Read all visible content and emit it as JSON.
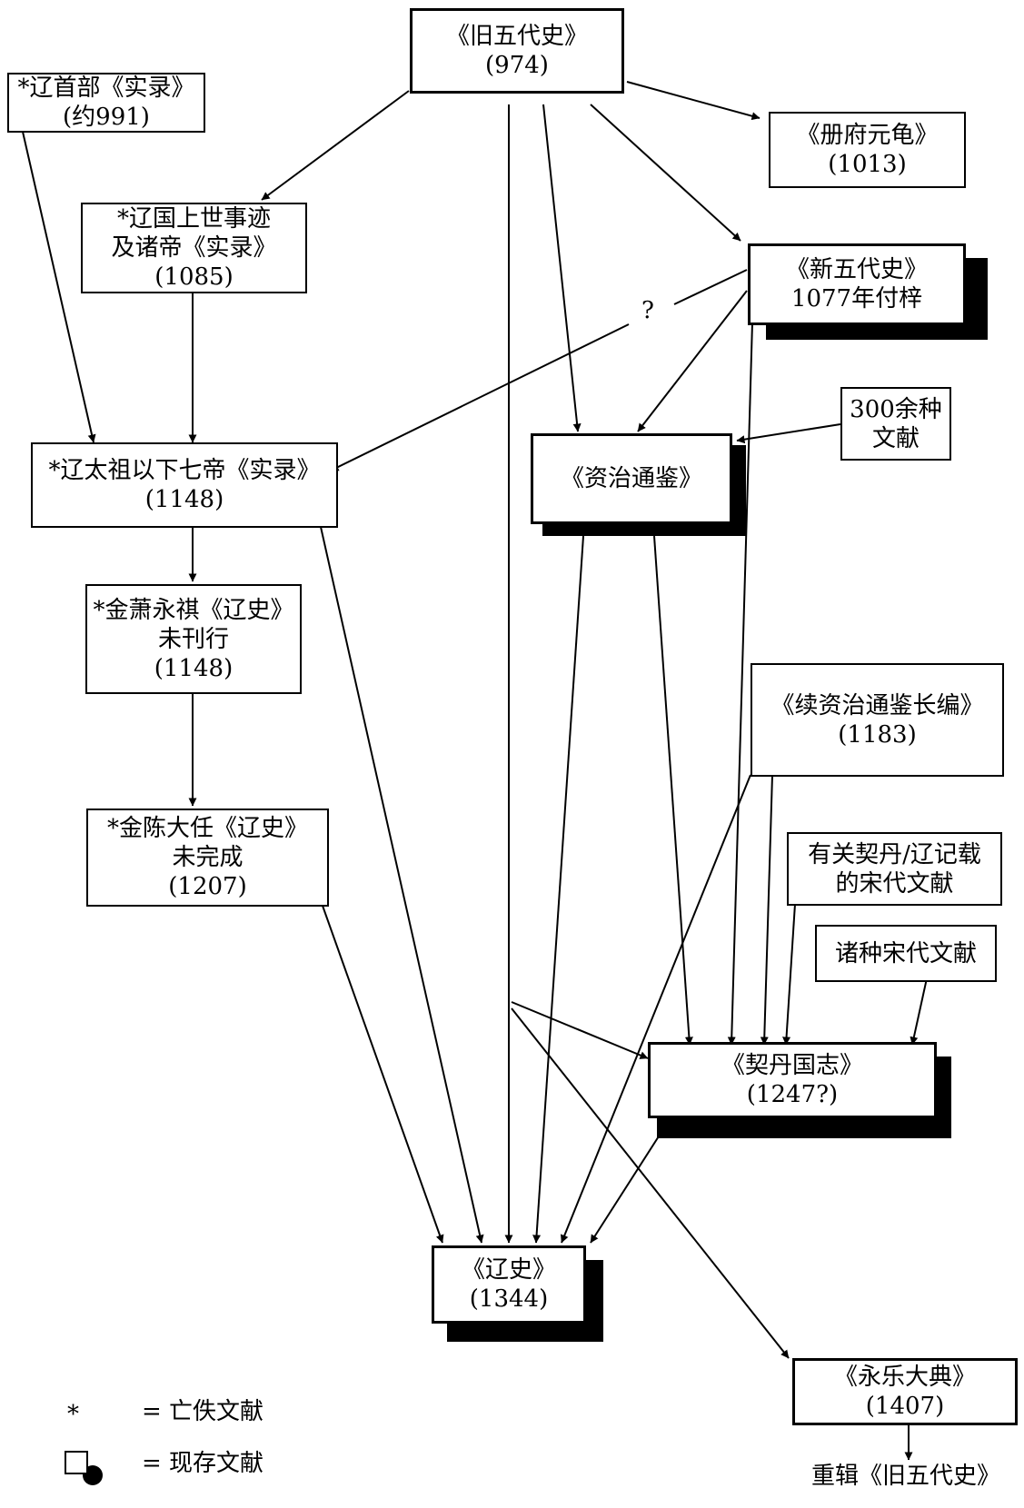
{
  "nodes": {
    "jiu_wudai": {
      "title": "《旧五代史》",
      "year": "(974)"
    },
    "liao_shoubu": {
      "title": "*辽首部《实录》",
      "year": "(约991)"
    },
    "cefu": {
      "title": "《册府元龟》",
      "year": "(1013)"
    },
    "liaoguo_shangshi": {
      "line1": "*辽国上世事迹",
      "line2": "及诸帝《实录》",
      "year": "(1085)"
    },
    "xin_wudai": {
      "title": "《新五代史》",
      "note": "1077年付梓"
    },
    "question_mark": "?",
    "sources_300": {
      "line1": "300余种",
      "line2": "文献"
    },
    "liao_taizu": {
      "title": "*辽太祖以下七帝《实录》",
      "year": "(1148)"
    },
    "zizhi": {
      "title": "《资治通鉴》"
    },
    "jin_xiao": {
      "title": "*金萧永祺《辽史》",
      "note": "未刊行",
      "year": "(1148)"
    },
    "xu_zizhi": {
      "title": "《续资治通鉴长编》",
      "year": "(1183)"
    },
    "jin_chen": {
      "title": "*金陈大任《辽史》",
      "note": "未完成",
      "year": "(1207)"
    },
    "song_khitan": {
      "line1": "有关契丹/辽记载",
      "line2": "的宋代文献"
    },
    "song_various": {
      "title": "诸种宋代文献"
    },
    "qidan_guozhi": {
      "title": "《契丹国志》",
      "year": "(1247?)"
    },
    "liaoshi": {
      "title": "《辽史》",
      "year": "(1344)"
    },
    "yongle": {
      "title": "《永乐大典》",
      "year": "(1407)"
    },
    "reconstructed": "重辑《旧五代史》"
  },
  "legend": {
    "star_symbol": "*",
    "lost_label": "= 亡佚文献",
    "extant_label": "= 现存文献"
  },
  "colors": {
    "ink": "#000000",
    "paper": "#ffffff"
  }
}
